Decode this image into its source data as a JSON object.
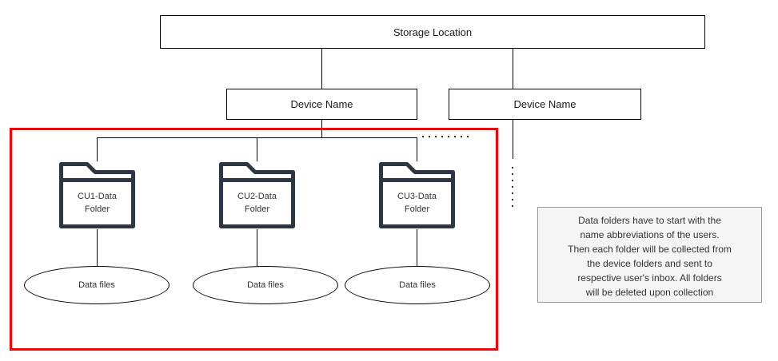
{
  "diagram": {
    "storage": {
      "label": "Storage Location"
    },
    "devices": [
      {
        "label": "Device Name"
      },
      {
        "label": "Device Name"
      }
    ],
    "folders": [
      {
        "name": "CU1-Data Folder",
        "lines": [
          "CU1-Data",
          "Folder"
        ]
      },
      {
        "name": "CU2-Data Folder",
        "lines": [
          "CU2-Data",
          "Folder"
        ]
      },
      {
        "name": "CU3-Data Folder",
        "lines": [
          "CU3-Data",
          "Folder"
        ]
      }
    ],
    "data_files": [
      {
        "label": "Data files"
      },
      {
        "label": "Data files"
      },
      {
        "label": "Data files"
      }
    ],
    "note": {
      "lines": [
        "Data folders have to start with the",
        "name abbreviations of the users.",
        "Then each folder will be collected from",
        "the device folders and sent to",
        "respective user's inbox. All folders",
        "will be deleted upon collection"
      ]
    },
    "colors": {
      "highlight_red": "#ff0000",
      "folder_stroke": "#2d3744",
      "connector": "#000000",
      "note_bg": "#f5f5f5",
      "note_border": "#999999",
      "note_text": "#333333"
    }
  }
}
